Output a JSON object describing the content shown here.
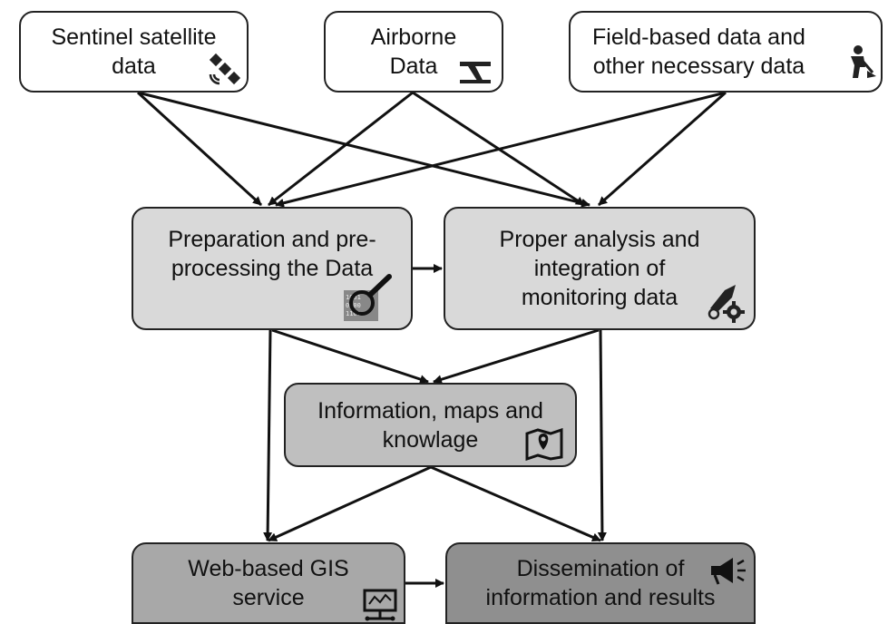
{
  "diagram": {
    "nodes": {
      "sentinel": {
        "label": "Sentinel satellite\ndata",
        "icon": "satellite-icon"
      },
      "airborne": {
        "label": "Airborne\nData",
        "icon": "airplane-icon"
      },
      "field": {
        "label": "Field-based data and\nother necessary data",
        "icon": "worker-icon"
      },
      "preparation": {
        "label": "Preparation and pre-\nprocessing the Data",
        "icon": "magnifier-binary-icon"
      },
      "analysis": {
        "label": "Proper analysis and\nintegration of\nmonitoring data",
        "icon": "rocket-gear-icon"
      },
      "information": {
        "label": "Information, maps and\nknowlage",
        "icon": "map-pin-icon"
      },
      "webgis": {
        "label": "Web-based GIS\nservice",
        "icon": "monitor-network-icon"
      },
      "dissemination": {
        "label": "Dissemination of\ninformation and results",
        "icon": "megaphone-icon"
      }
    },
    "edges": [
      [
        "sentinel",
        "preparation"
      ],
      [
        "sentinel",
        "analysis"
      ],
      [
        "airborne",
        "preparation"
      ],
      [
        "airborne",
        "analysis"
      ],
      [
        "field",
        "preparation"
      ],
      [
        "field",
        "analysis"
      ],
      [
        "preparation",
        "analysis"
      ],
      [
        "preparation",
        "information"
      ],
      [
        "analysis",
        "information"
      ],
      [
        "preparation",
        "webgis"
      ],
      [
        "analysis",
        "dissemination"
      ],
      [
        "information",
        "webgis"
      ],
      [
        "information",
        "dissemination"
      ],
      [
        "webgis",
        "dissemination"
      ]
    ],
    "colors": {
      "source_fill": "#ffffff",
      "process_fill": "#d9d9d9",
      "info_fill": "#bfbfbf",
      "output_fill": "#a8a8a8",
      "stroke": "#222222"
    }
  }
}
